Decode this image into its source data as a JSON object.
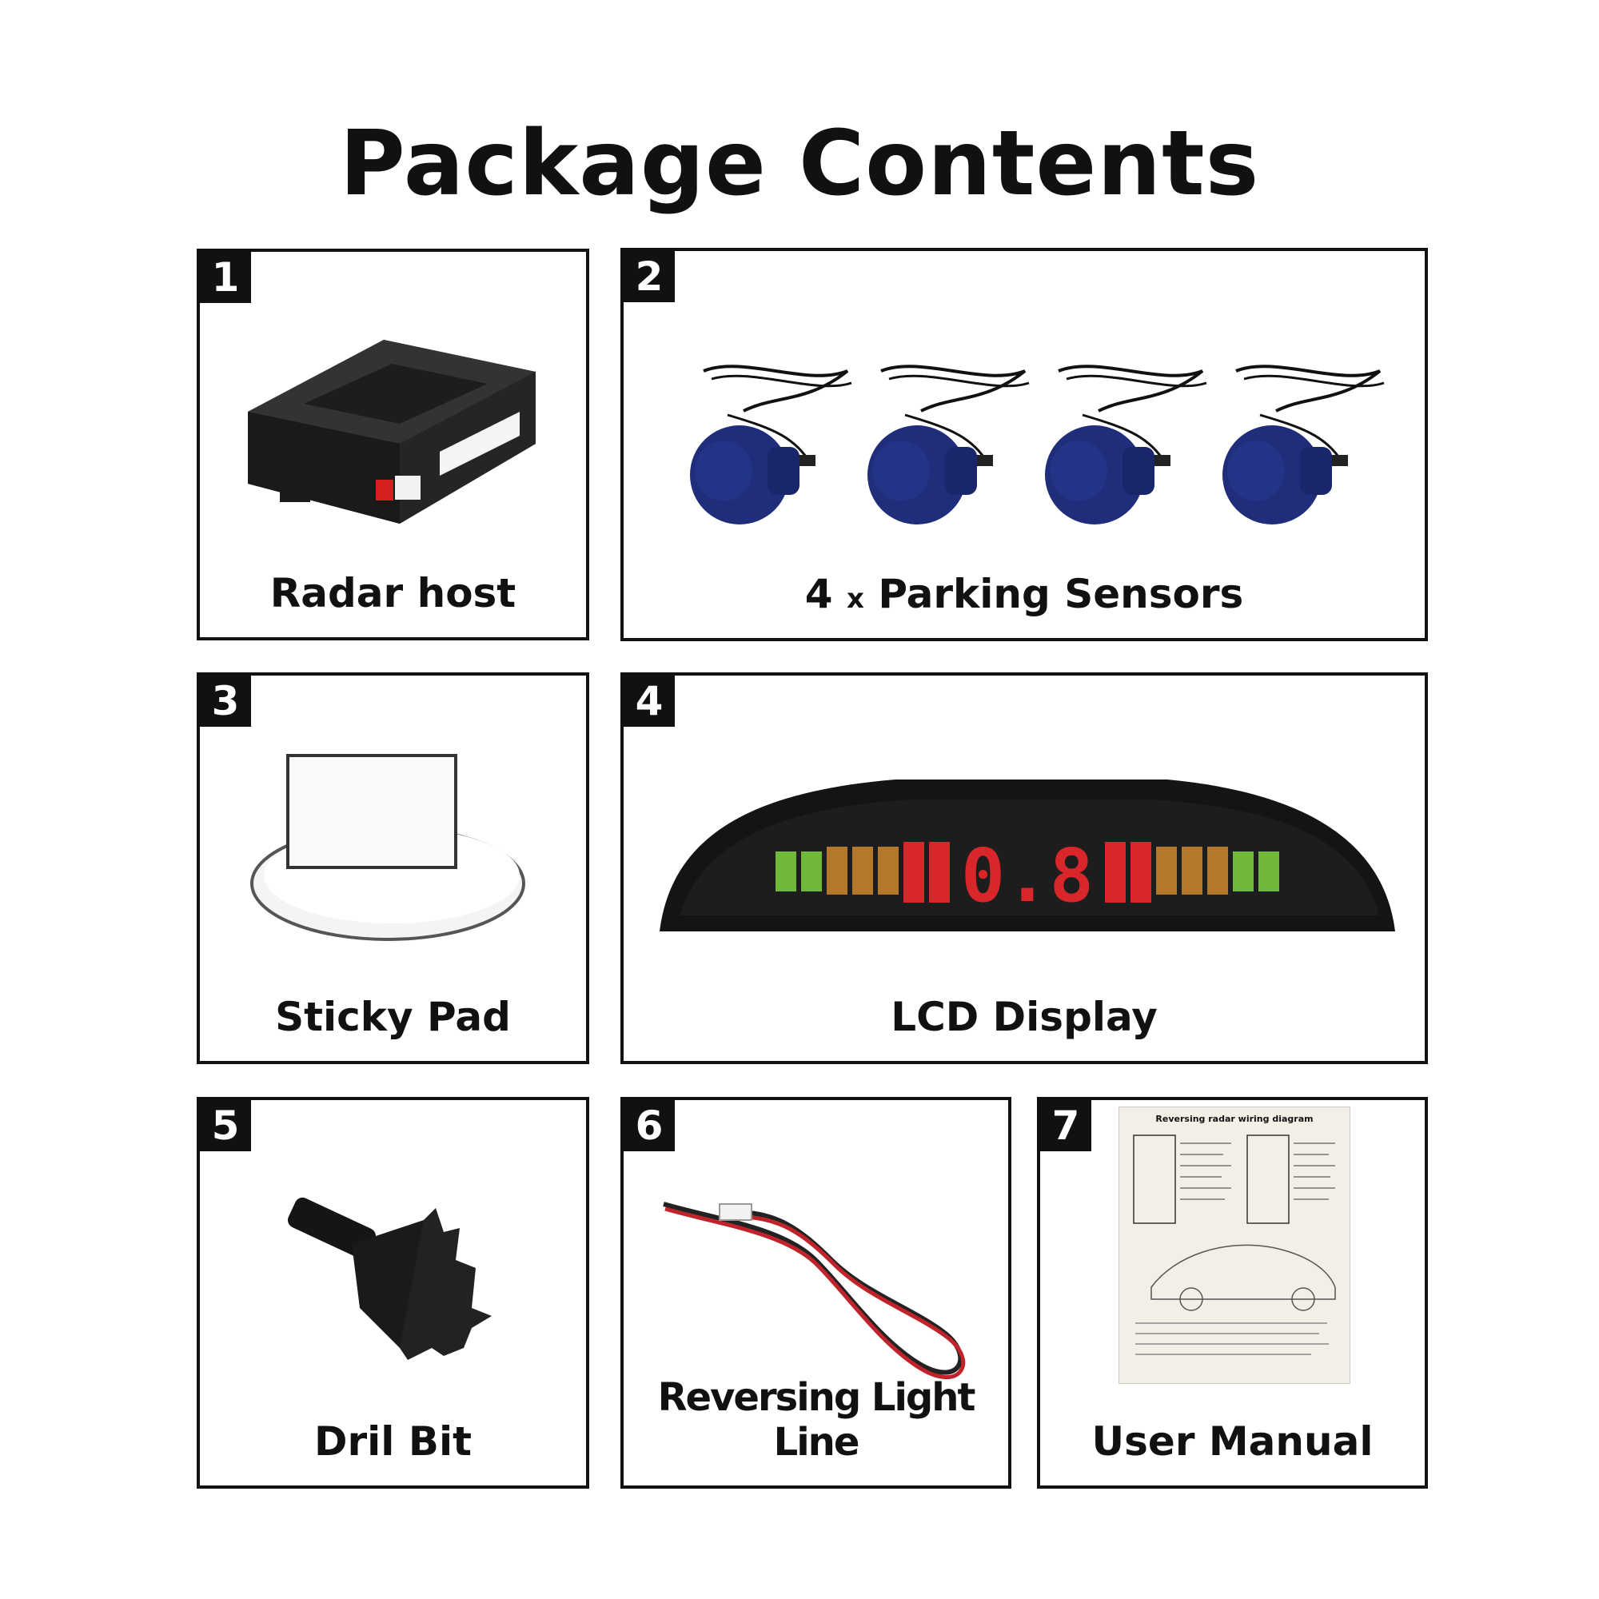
{
  "title": "Package Contents",
  "items": [
    {
      "num": "1",
      "label": "Radar host",
      "icon": "radar-host-box"
    },
    {
      "num": "2",
      "qty": "4",
      "qty_sep": "x",
      "label": "Parking Sensors",
      "icon": "parking-sensor"
    },
    {
      "num": "3",
      "label": "Sticky Pad",
      "icon": "sticky-pad"
    },
    {
      "num": "4",
      "label": "LCD Display",
      "icon": "lcd-display",
      "display_value": "0.8"
    },
    {
      "num": "5",
      "label": "Dril Bit",
      "icon": "drill-bit"
    },
    {
      "num": "6",
      "label": "Reversing Light Line",
      "icon": "wire-cable"
    },
    {
      "num": "7",
      "label": "User Manual",
      "icon": "user-manual",
      "manual_heading": "Reversing radar wiring diagram"
    }
  ],
  "colors": {
    "border": "#111111",
    "sensor": "#1f2d7a",
    "led_green": "#6fb83a",
    "led_amber": "#b5782a",
    "led_red": "#d8262a"
  }
}
